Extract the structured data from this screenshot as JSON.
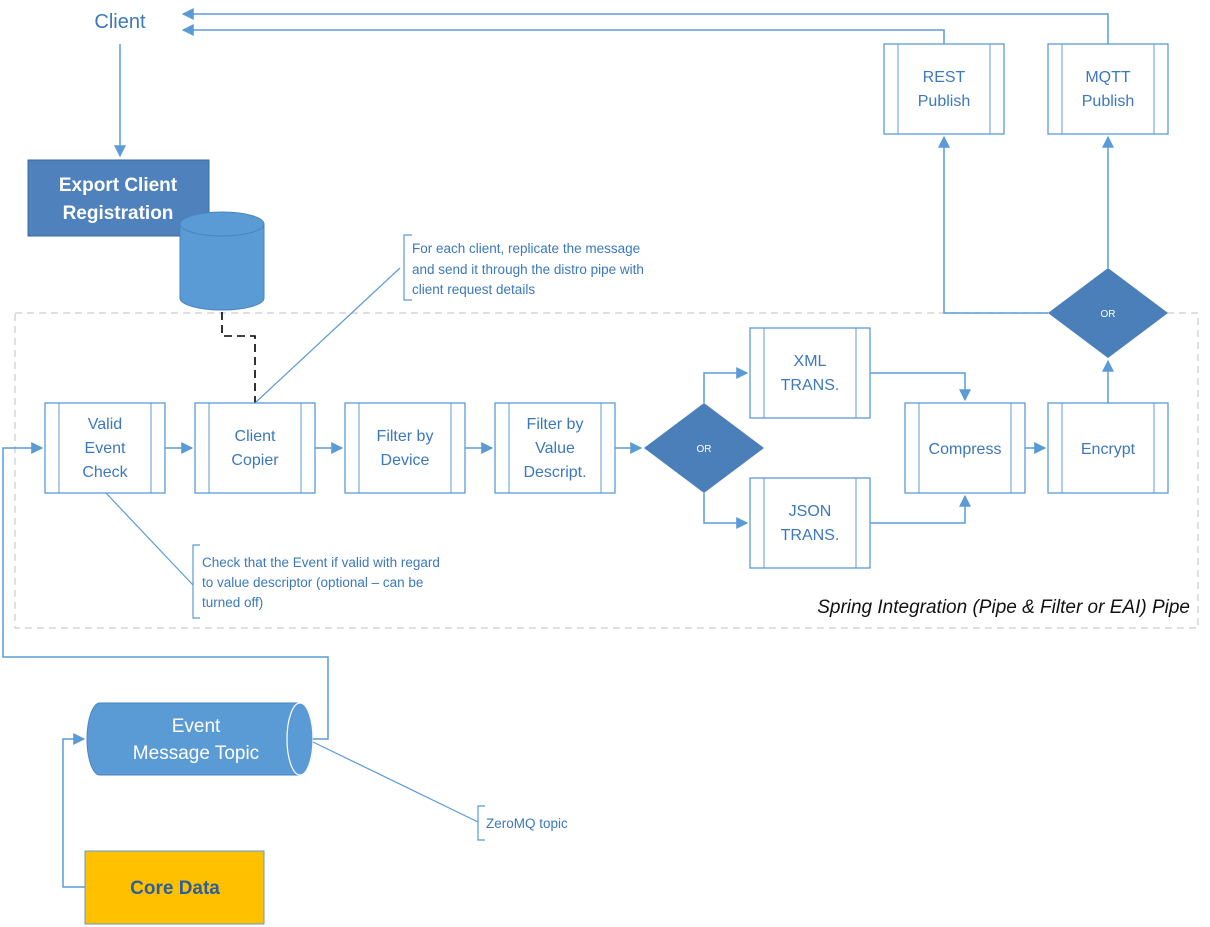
{
  "client": "Client",
  "export_registration": [
    "Export Client",
    "Registration"
  ],
  "core_data": "Core Data",
  "event_topic": [
    "Event",
    "Message Topic"
  ],
  "zeromq_note": "ZeroMQ topic",
  "pipe_title": "Spring Integration (Pipe & Filter  or EAI) Pipe",
  "copier_note": [
    "For each client, replicate the message",
    "and send it through the distro pipe with",
    "client request details"
  ],
  "check_note": [
    "Check that the Event if valid with regard",
    "to value descriptor (optional – can be",
    "turned off)"
  ],
  "steps": {
    "valid_check": [
      "Valid",
      "Event",
      "Check"
    ],
    "client_copier": [
      "Client",
      "Copier"
    ],
    "filter_device": [
      "Filter by",
      "Device"
    ],
    "filter_value": [
      "Filter by",
      "Value",
      "Descript."
    ],
    "xml_trans": [
      "XML",
      "TRANS."
    ],
    "json_trans": [
      "JSON",
      "TRANS."
    ],
    "compress": [
      "Compress"
    ],
    "encrypt": [
      "Encrypt"
    ],
    "rest_publish": [
      "REST",
      "Publish"
    ],
    "mqtt_publish": [
      "MQTT",
      "Publish"
    ]
  },
  "decision_label": "OR",
  "colors": {
    "accent": "#5b9bd5",
    "dark_blue": "#4f81bd",
    "diamond": "#4a7fba",
    "core_data": "#ffc000",
    "text": "#3b78bc"
  }
}
